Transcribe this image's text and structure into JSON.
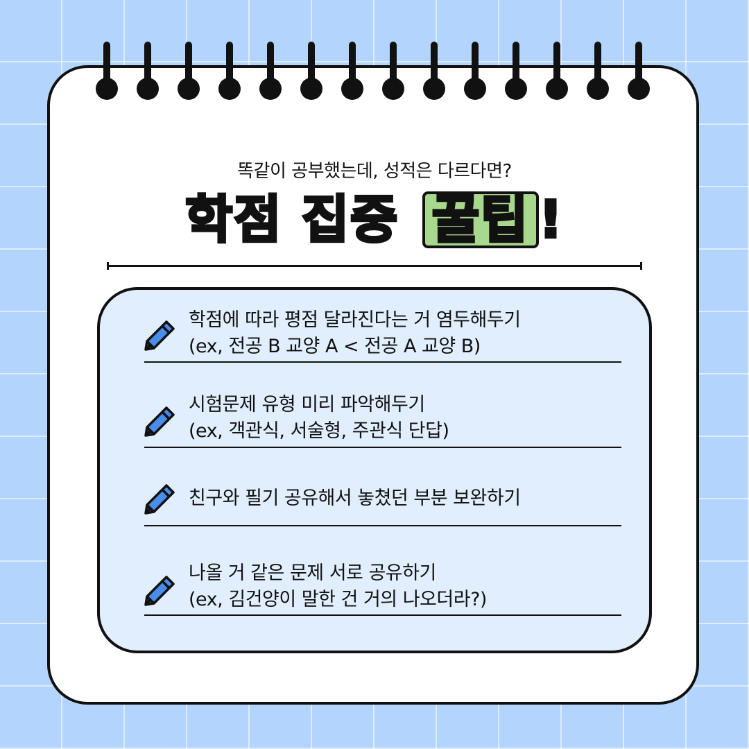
{
  "header": {
    "subtitle": "똑같이 공부했는데, 성적은 다르다면?",
    "title_part1": "학점 집중",
    "title_highlight": "꿀팁",
    "title_end": "!"
  },
  "tips": [
    {
      "line1": "학점에 따라 평점 달라진다는 거 염두해두기",
      "line2": "(ex, 전공 B 교양 A < 전공 A 교양 B)"
    },
    {
      "line1": "시험문제 유형 미리 파악해두기",
      "line2": "(ex, 객관식, 서술형, 주관식 단답)"
    },
    {
      "line1": "친구와 필기 공유해서 놓쳤던 부분 보완하기",
      "line2": ""
    },
    {
      "line1": "나올 거 같은 문제 서로 공유하기",
      "line2": "(ex, 김건양이 말한 건 거의 나오더라?)"
    }
  ],
  "icons": {
    "tip_icon": "pencil-icon",
    "binding": "spiral-ring"
  },
  "colors": {
    "background": "#b3d4fc",
    "panel": "#e1eefd",
    "highlight": "#a8d88e",
    "pencil": "#4a8de8"
  }
}
